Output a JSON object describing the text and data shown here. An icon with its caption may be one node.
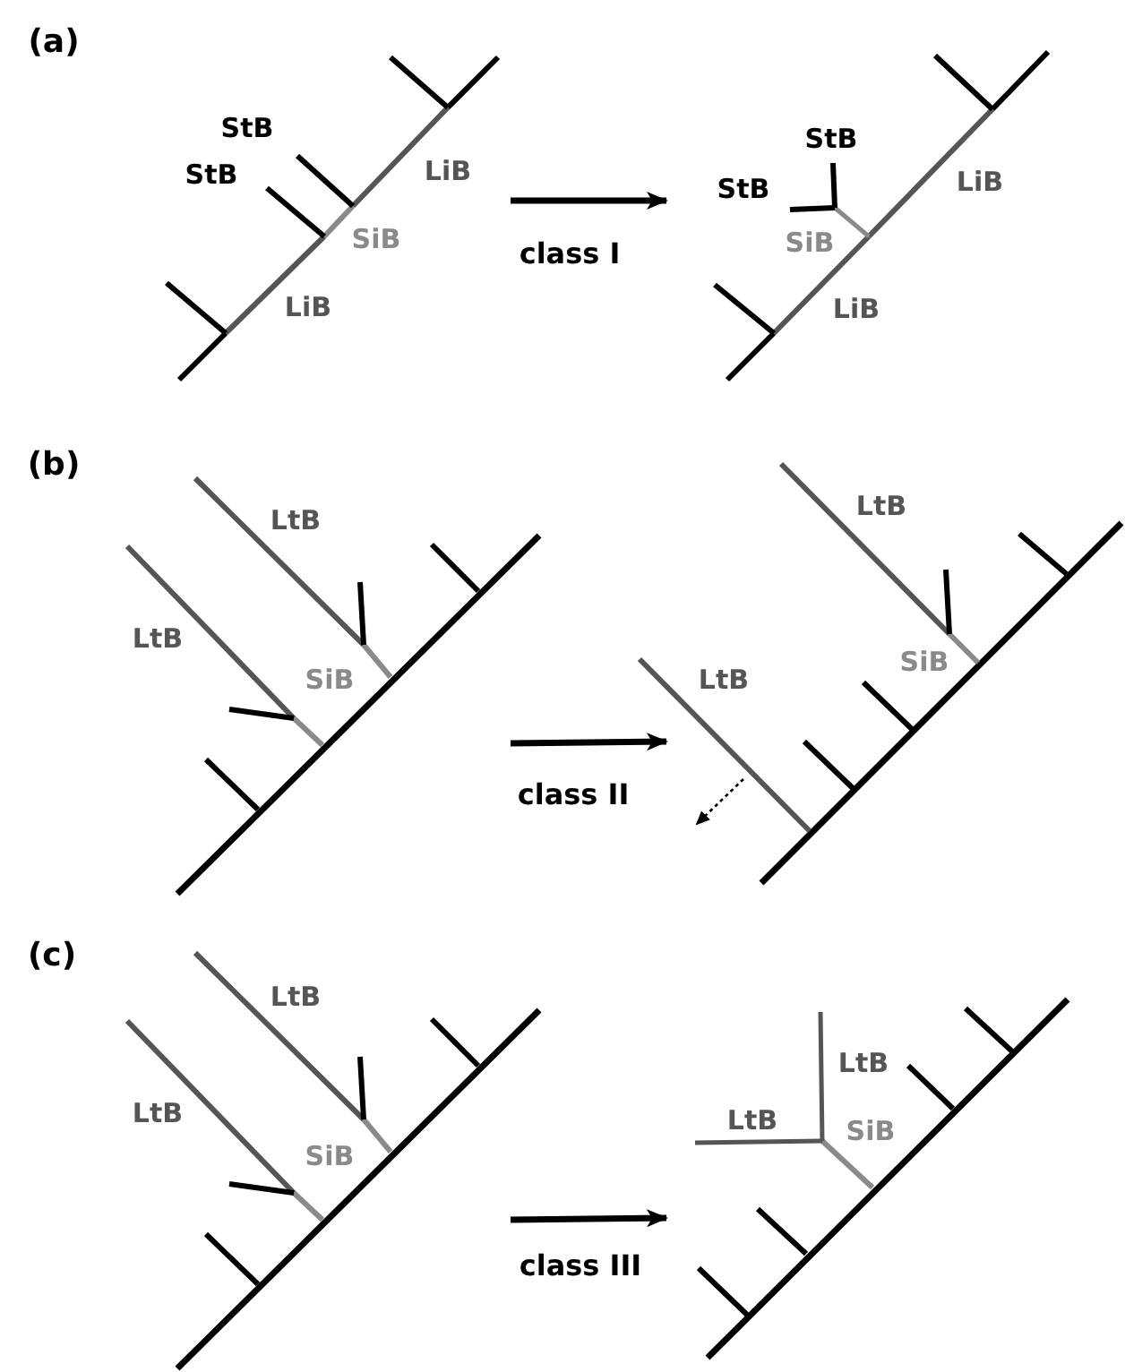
{
  "diagram": {
    "labels": [
      "(a)",
      "StB",
      "StB",
      "LiB",
      "SiB",
      "LiB",
      "class I",
      "StB",
      "StB",
      "LiB",
      "SiB",
      "LiB",
      "(b)",
      "LtB",
      "LtB",
      "SiB",
      "LtB",
      "LtB",
      "SiB",
      "class II",
      "(c)",
      "LtB",
      "LtB",
      "SiB",
      "LtB",
      "LtB",
      "SiB",
      "class III"
    ]
  }
}
